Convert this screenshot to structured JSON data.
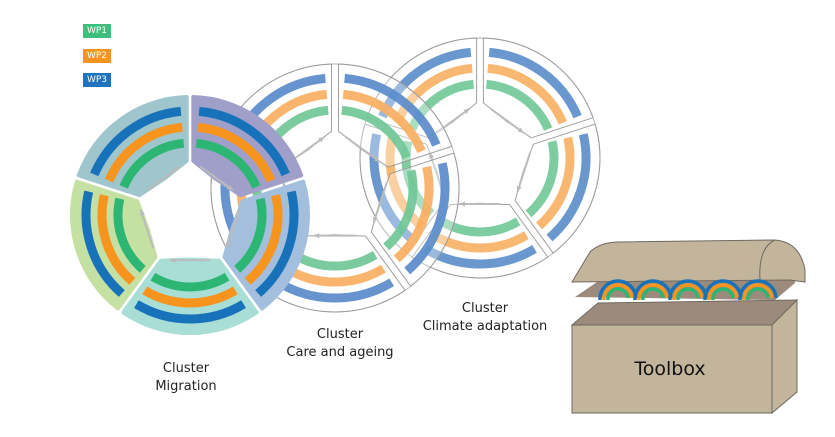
{
  "legend": [
    {
      "label": "WP1",
      "color": "#3cbf7c"
    },
    {
      "label": "WP2",
      "color": "#f7941d"
    },
    {
      "label": "WP3",
      "color": "#1f73bf"
    }
  ],
  "clusters": [
    {
      "id": "migration",
      "label_line1": "Cluster",
      "label_line2": "Migration",
      "style": "filled",
      "segment_colors": [
        "#9f9fca",
        "#a3bfdd",
        "#a9ded6",
        "#c5e0a3",
        "#9fc6cc"
      ]
    },
    {
      "id": "care",
      "label_line1": "Cluster",
      "label_line2": "Care and ageing",
      "style": "outlined"
    },
    {
      "id": "climate",
      "label_line1": "Cluster",
      "label_line2": "Climate adaptation",
      "style": "outlined"
    }
  ],
  "ring_colors": {
    "wp1": "#2db673",
    "wp2": "#f7941d",
    "wp3": "#1872ba",
    "wp1_light": "#74c99a",
    "wp2_light": "#f9b266",
    "wp3_light": "#5f8fcc"
  },
  "toolbox": {
    "label": "Toolbox",
    "body_color": "#c2b59b",
    "inside_color": "#9c8b7c"
  },
  "arrow_color": "#bbbbbb"
}
